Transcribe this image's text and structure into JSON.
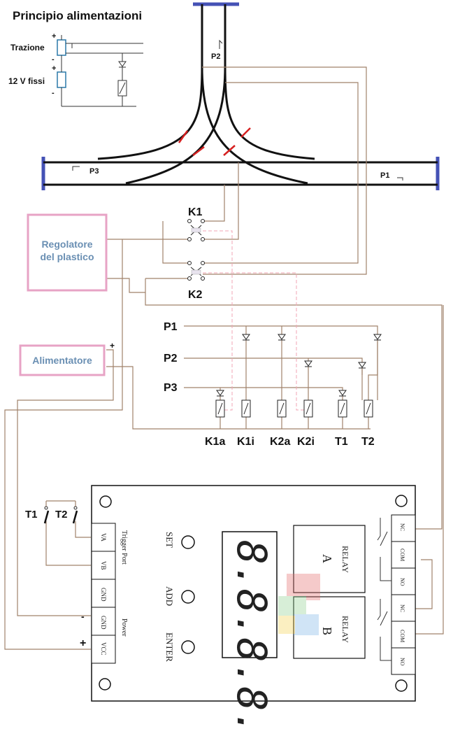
{
  "title": "Principio alimentazioni",
  "supply_labels": {
    "traction": "Trazione",
    "fixed": "12 V fissi",
    "plus": "+",
    "minus": "-"
  },
  "track_labels": {
    "p1": "P1",
    "p2": "P2",
    "p3": "P3"
  },
  "boxes": {
    "regulator_line1": "Regolatore",
    "regulator_line2": "del plastico",
    "power_supply": "Alimentatore"
  },
  "relays_top": {
    "k1": "K1",
    "k2": "K2"
  },
  "bus_labels": [
    "P1",
    "P2",
    "P3"
  ],
  "coil_labels": [
    "K1a",
    "K1i",
    "K2a",
    "K2i",
    "T1",
    "T2"
  ],
  "switches": {
    "t1": "T1",
    "t2": "T2"
  },
  "board": {
    "trigger_pins": [
      "VA",
      "VB",
      "GND",
      "GND",
      "VCC"
    ],
    "trigger_label": "Trigger Port",
    "power_label": "Power",
    "buttons": [
      "SET",
      "ADD",
      "ENTER"
    ],
    "display": "8.8.8.8.",
    "relay_a": [
      "RELAY",
      "A"
    ],
    "relay_b": [
      "RELAY",
      "B"
    ],
    "relay_pins": [
      "NC",
      "COM",
      "NO",
      "NC",
      "COM",
      "NO"
    ],
    "power_plus": "+",
    "power_minus": "-"
  },
  "colors": {
    "pink_box": "#e7a3c5",
    "wire": "#a0826b",
    "blue_bar": "#4451b5",
    "red_cut": "#d62020"
  }
}
